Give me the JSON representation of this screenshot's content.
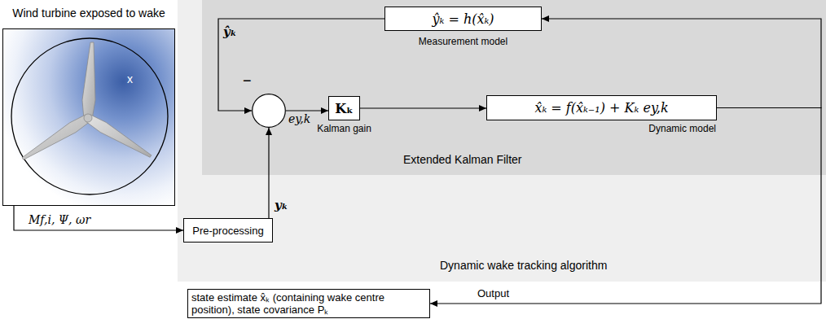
{
  "diagram": {
    "nodes": [
      {
        "text": [
          "Wind turbine exposed to wake"
        ]
      },
      {
        "text": [
          "Dynamic wake tracking algorithm"
        ]
      },
      {
        "text": [
          "Extended Kalman Filter"
        ],
        "in": 1
      },
      {
        "text": [
          "Pre-processing"
        ],
        "in": 1
      },
      {
        "text": [
          "ŷₖ = h(x̂ₖ)",
          "Measurement model"
        ],
        "in": 2
      },
      {
        "text": [
          "−"
        ],
        "in": 2
      },
      {
        "text": [
          "Kₖ",
          "Kalman gain"
        ],
        "in": 2
      },
      {
        "text": [
          "x̂ₖ = f(x̂ₖ₋₁) + Kₖ ey,k",
          "Dynamic model"
        ],
        "in": 2
      },
      {
        "text": [
          "state estimate x̂ₖ (containing wake centre position), state covariance Pₖ"
        ]
      }
    ],
    "edges": [
      {
        "from": 0,
        "to": 3,
        "arrow": "to",
        "label": "Mf,i, Ψ, ωr"
      },
      {
        "from": 3,
        "to": 5,
        "arrow": "to",
        "label": "yₖ"
      },
      {
        "from": 5,
        "to": 6,
        "arrow": "to",
        "label": "ey,k"
      },
      {
        "from": 6,
        "to": 7,
        "arrow": "to"
      },
      {
        "from": 7,
        "to": 4,
        "arrow": "to"
      },
      {
        "from": 4,
        "to": 5,
        "arrow": "to",
        "label": "ŷₖ"
      },
      {
        "from": 7,
        "to": 8,
        "arrow": "to",
        "label": "Output"
      }
    ],
    "labels": [
      "x"
    ]
  }
}
